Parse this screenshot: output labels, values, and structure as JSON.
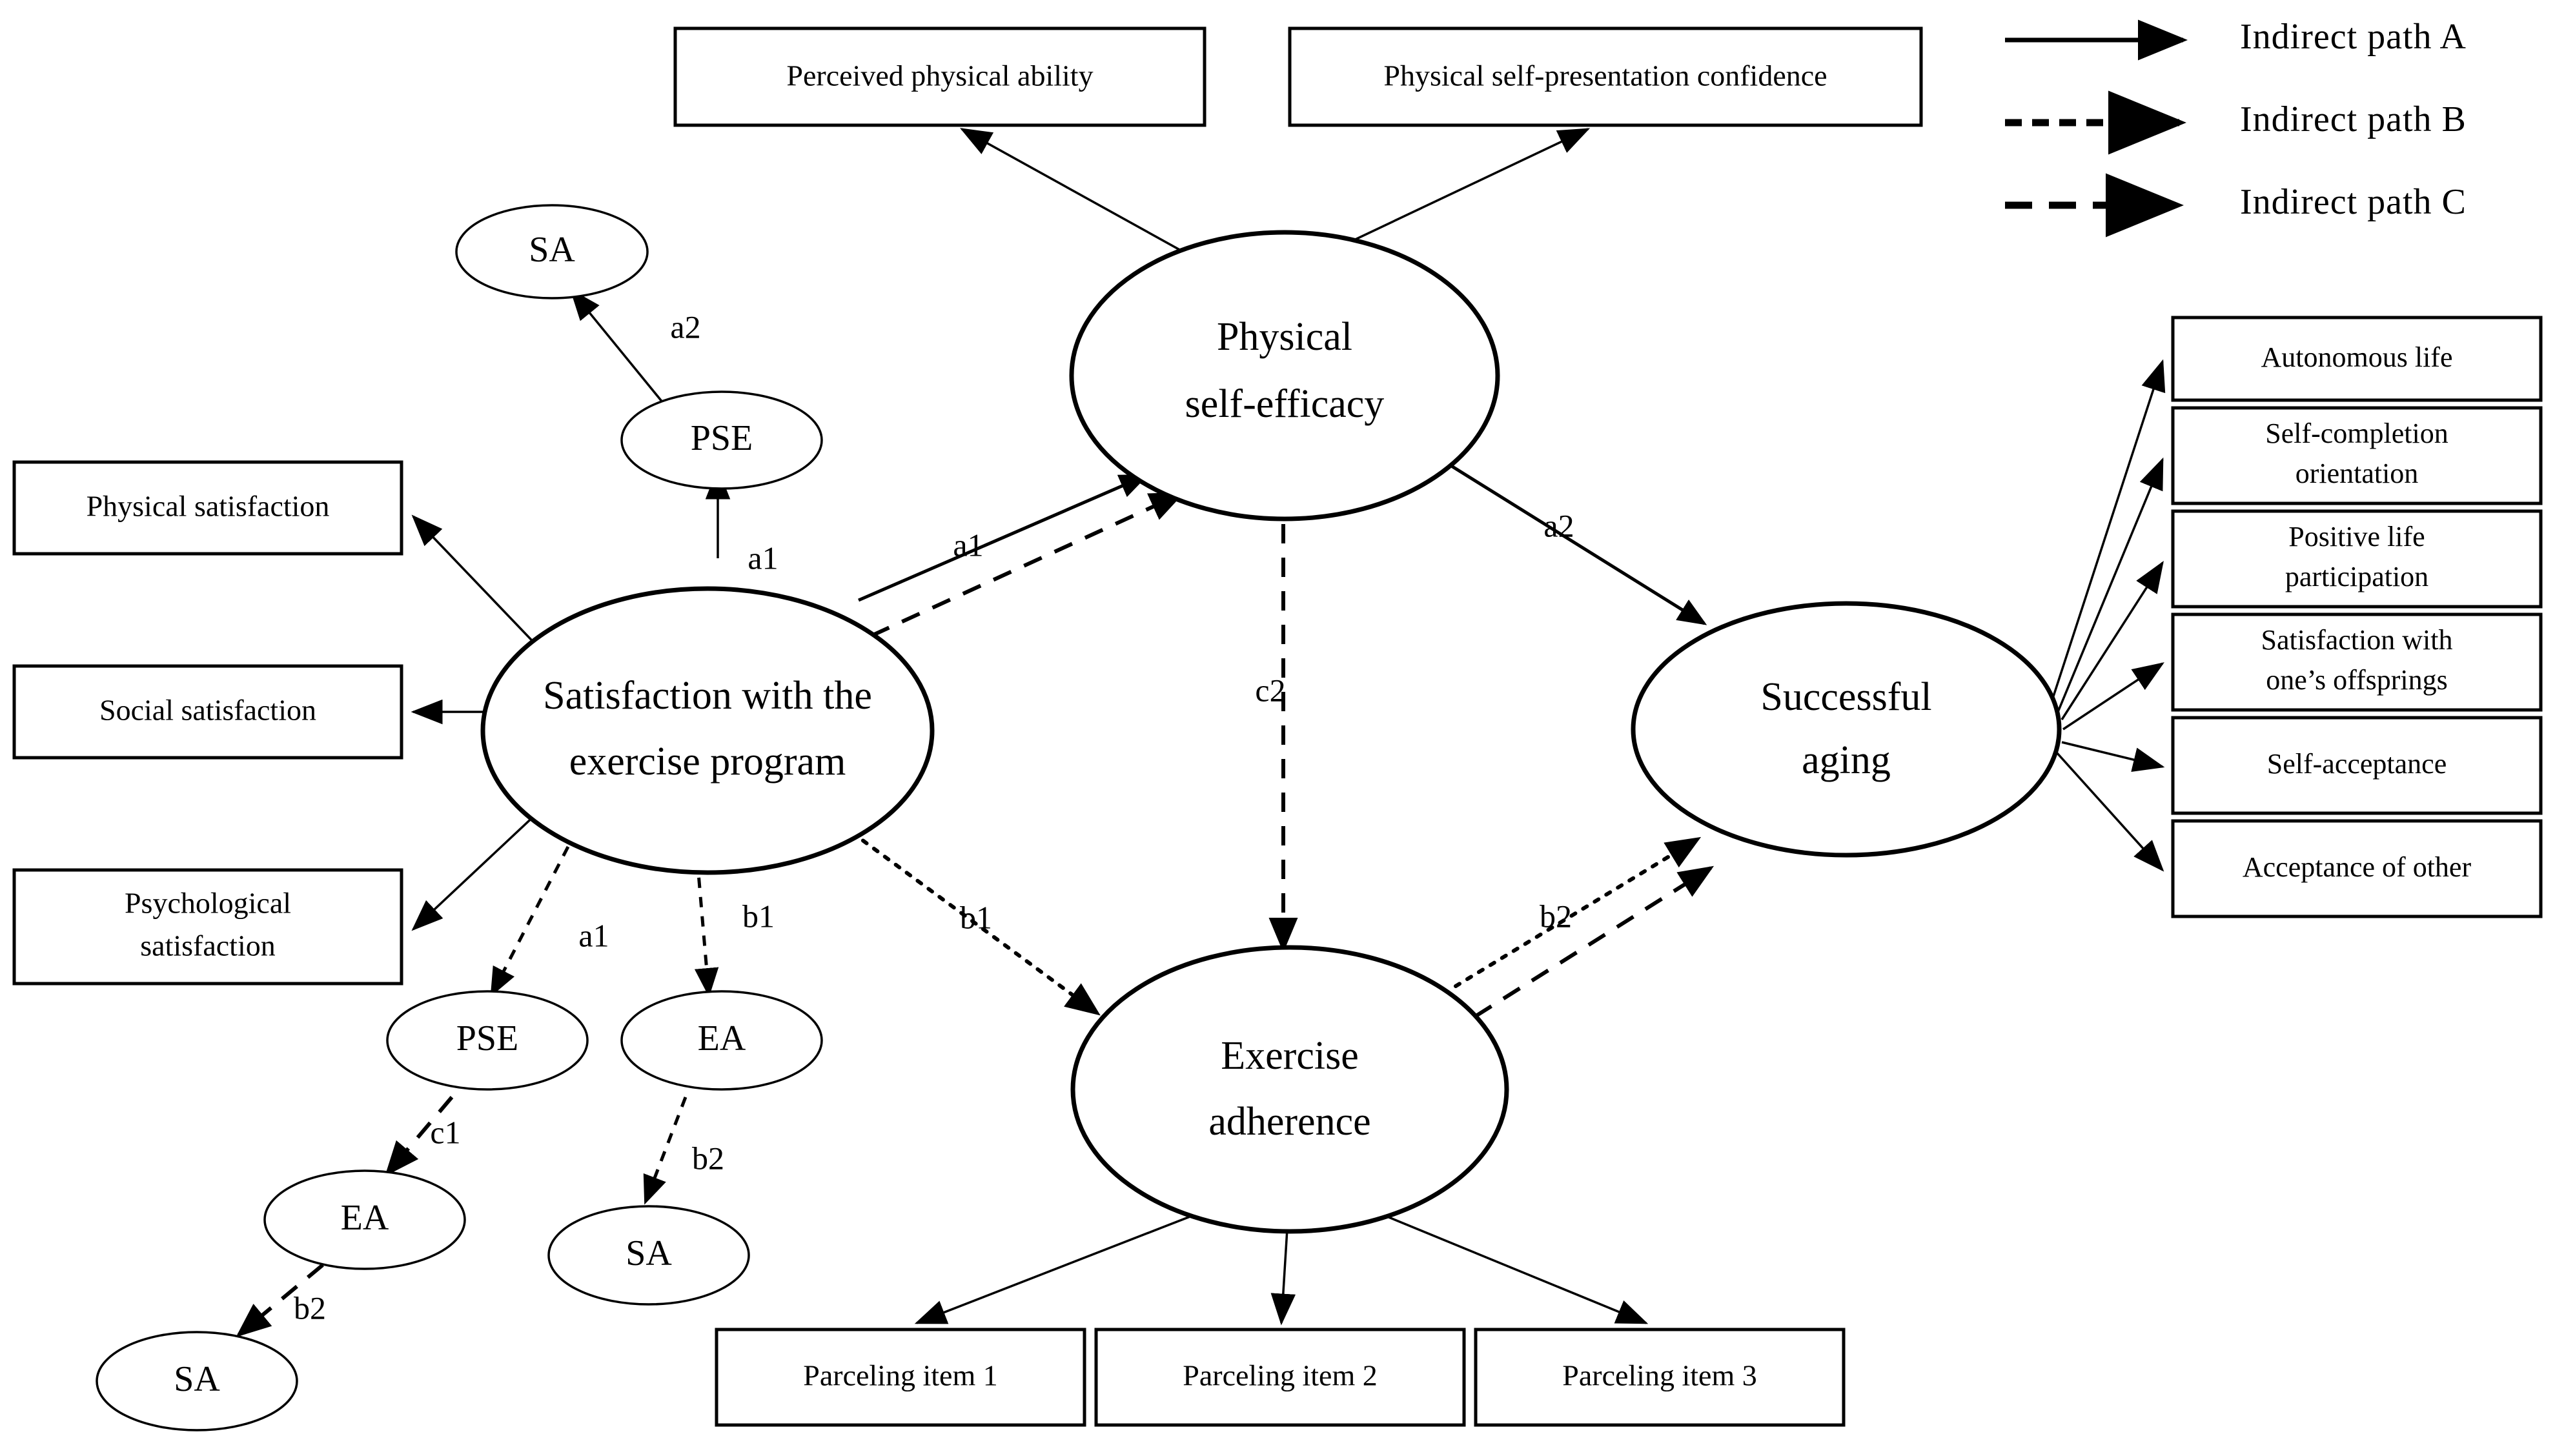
{
  "diagram": {
    "type": "path-diagram",
    "title": "",
    "colors": {
      "stroke": "#000000",
      "fill": "#ffffff",
      "background": "#ffffff"
    }
  },
  "legend": {
    "items": [
      {
        "label": "Indirect  path A",
        "style": "solid"
      },
      {
        "label": "Indirect  path B",
        "style": "dashed-fine"
      },
      {
        "label": "Indirect  path C",
        "style": "dashed-coarse"
      }
    ]
  },
  "latent_nodes": [
    {
      "id": "pse_major",
      "label_line1": "Physical",
      "label_line2": "self-efficacy",
      "shape": "ellipse"
    },
    {
      "id": "sat_major",
      "label_line1": "Satisfaction with the",
      "label_line2": "exercise program",
      "shape": "ellipse"
    },
    {
      "id": "sa_major",
      "label_line1": "Successful",
      "label_line2": "aging",
      "shape": "ellipse"
    },
    {
      "id": "ea_major",
      "label_line1": "Exercise",
      "label_line2": "adherence",
      "shape": "ellipse"
    }
  ],
  "small_nodes": [
    {
      "id": "sa_top",
      "label": "SA"
    },
    {
      "id": "pse_top",
      "label": "PSE"
    },
    {
      "id": "pse_bl",
      "label": "PSE"
    },
    {
      "id": "ea_bl",
      "label": "EA"
    },
    {
      "id": "ea_far",
      "label": "EA"
    },
    {
      "id": "sa_far",
      "label": "SA"
    },
    {
      "id": "sa_mid",
      "label": "SA"
    }
  ],
  "indicator_boxes": {
    "top": [
      {
        "id": "ppa",
        "label": "Perceived physical ability"
      },
      {
        "id": "pspc",
        "label": "Physical self-presentation confidence"
      }
    ],
    "left": [
      {
        "id": "phys_sat",
        "label_line1": "Physical satisfaction",
        "label_line2": ""
      },
      {
        "id": "soc_sat",
        "label_line1": "Social satisfaction",
        "label_line2": ""
      },
      {
        "id": "psy_sat",
        "label_line1": "Psychological",
        "label_line2": "satisfaction"
      }
    ],
    "right": [
      {
        "id": "auto_life",
        "label_line1": "Autonomous  life",
        "label_line2": ""
      },
      {
        "id": "self_comp",
        "label_line1": "Self-completion",
        "label_line2": "orientation"
      },
      {
        "id": "pos_life",
        "label_line1": "Positive life",
        "label_line2": "participation"
      },
      {
        "id": "sat_off",
        "label_line1": "Satisfaction with",
        "label_line2": "one’s offsprings"
      },
      {
        "id": "self_acc",
        "label_line1": "Self-acceptance",
        "label_line2": ""
      },
      {
        "id": "acc_other",
        "label_line1": "Acceptance of other",
        "label_line2": ""
      }
    ],
    "bottom": [
      {
        "id": "parcel1",
        "label": "Parceling item 1"
      },
      {
        "id": "parcel2",
        "label": "Parceling item 2"
      },
      {
        "id": "parcel3",
        "label": "Parceling item 3"
      }
    ]
  },
  "path_labels": [
    {
      "id": "lbl_a2_top",
      "text": "a2"
    },
    {
      "id": "lbl_a1_top",
      "text": "a1"
    },
    {
      "id": "lbl_a1_mid",
      "text": "a1"
    },
    {
      "id": "lbl_a2_right",
      "text": "a2"
    },
    {
      "id": "lbl_c2",
      "text": "c2"
    },
    {
      "id": "lbl_a1_bl",
      "text": "a1"
    },
    {
      "id": "lbl_b1_bl",
      "text": "b1"
    },
    {
      "id": "lbl_b1_mid",
      "text": "b1"
    },
    {
      "id": "lbl_b2_right",
      "text": "b2"
    },
    {
      "id": "lbl_c1_far",
      "text": "c1"
    },
    {
      "id": "lbl_b2_far",
      "text": "b2"
    },
    {
      "id": "lbl_b2_mid",
      "text": "b2"
    }
  ]
}
